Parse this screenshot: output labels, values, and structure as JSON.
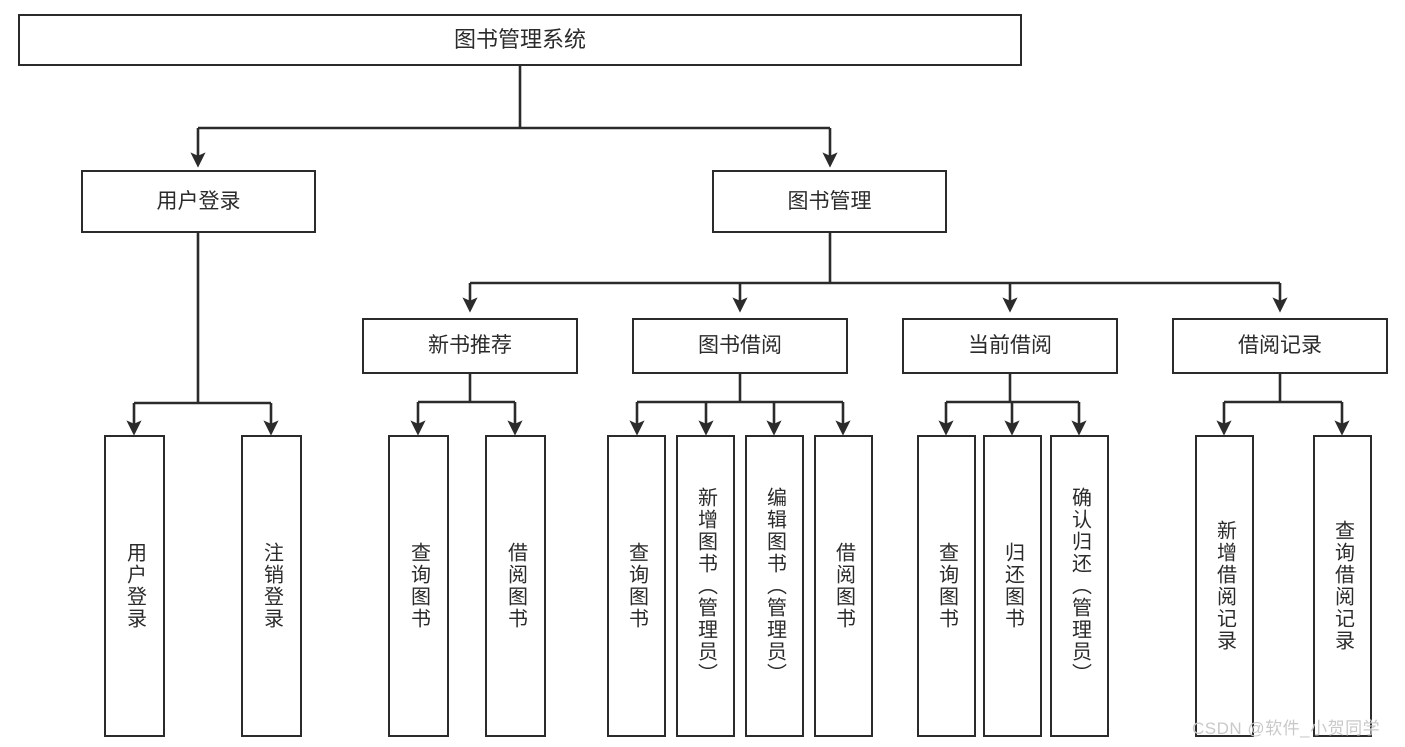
{
  "diagram": {
    "type": "tree-hierarchy-chart",
    "title": "图书管理系统",
    "line_color": "#2b2b2b",
    "box_fill": "#ffffff",
    "watermark": "CSDN @软件_小贺同学",
    "watermark_color": "#c9c9c9",
    "nodes": {
      "root": {
        "label": "图书管理系统"
      },
      "level2": [
        {
          "id": "user-login",
          "label": "用户登录"
        },
        {
          "id": "book-manage",
          "label": "图书管理"
        }
      ],
      "level3": [
        {
          "id": "new-book-recommend",
          "label": "新书推荐"
        },
        {
          "id": "book-borrow",
          "label": "图书借阅"
        },
        {
          "id": "current-borrow",
          "label": "当前借阅"
        },
        {
          "id": "borrow-record",
          "label": "借阅记录"
        }
      ],
      "leaves": {
        "user-login": [
          {
            "id": "leaf-user-login",
            "label": "用户登录"
          },
          {
            "id": "leaf-logout",
            "label": "注销登录"
          }
        ],
        "new-book-recommend": [
          {
            "id": "leaf-query-book-1",
            "label": "查询图书"
          },
          {
            "id": "leaf-borrow-book-1",
            "label": "借阅图书"
          }
        ],
        "book-borrow": [
          {
            "id": "leaf-query-book-2",
            "label": "查询图书"
          },
          {
            "id": "leaf-add-book",
            "label": "新增图书（管理员）"
          },
          {
            "id": "leaf-edit-book",
            "label": "编辑图书（管理员）"
          },
          {
            "id": "leaf-borrow-book-2",
            "label": "借阅图书"
          }
        ],
        "current-borrow": [
          {
            "id": "leaf-query-book-3",
            "label": "查询图书"
          },
          {
            "id": "leaf-return-book",
            "label": "归还图书"
          },
          {
            "id": "leaf-confirm-return",
            "label": "确认归还（管理员）"
          }
        ],
        "borrow-record": [
          {
            "id": "leaf-add-record",
            "label": "新增借阅记录"
          },
          {
            "id": "leaf-query-record",
            "label": "查询借阅记录"
          }
        ]
      }
    }
  }
}
